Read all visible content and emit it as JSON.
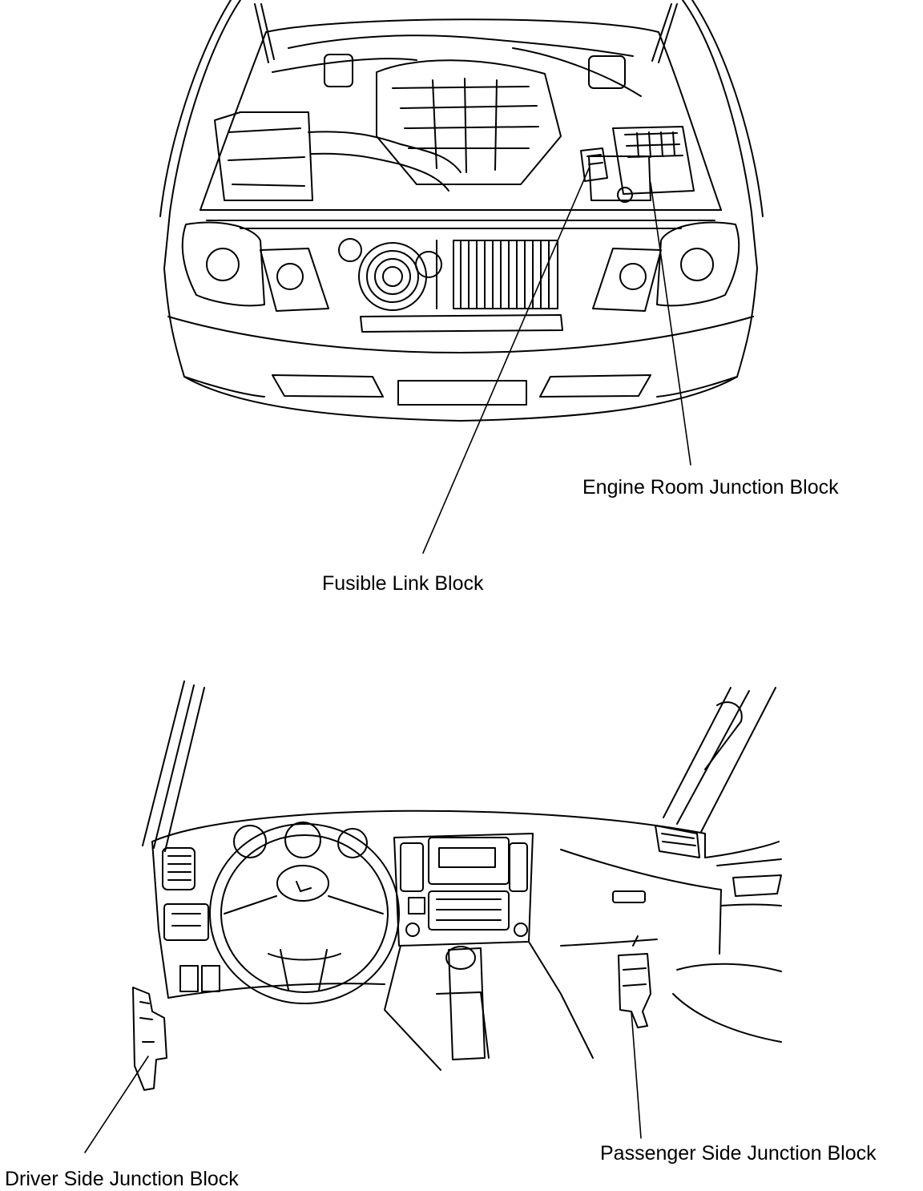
{
  "labels": {
    "engine_room_junction_block": "Engine Room Junction Block",
    "fusible_link_block": "Fusible Link Block",
    "driver_side_junction_block": "Driver Side Junction Block",
    "passenger_side_junction_block": "Passenger Side Junction Block"
  },
  "colors": {
    "ink": "#000000",
    "paper": "#ffffff"
  }
}
